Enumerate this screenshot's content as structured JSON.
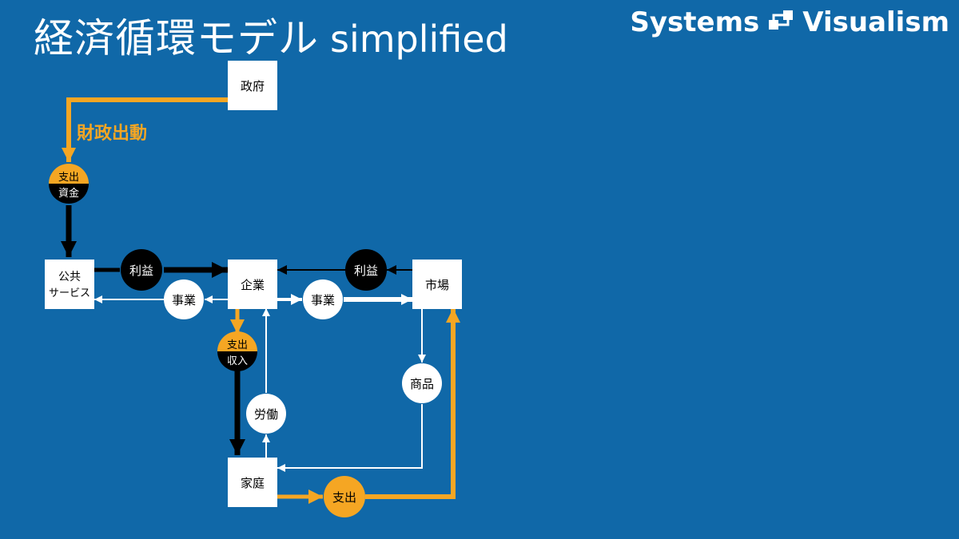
{
  "header": {
    "title": "経済循環モデル",
    "subtitle": "simplified",
    "brand_left": "Systems",
    "brand_right": "Visualism"
  },
  "colors": {
    "background": "#1068a8",
    "accent_orange": "#f5a623",
    "black": "#000000",
    "white": "#ffffff"
  },
  "nodes": {
    "government": "政府",
    "public_service_line1": "公共",
    "public_service_line2": "サービス",
    "enterprise": "企業",
    "market": "市場",
    "household": "家庭"
  },
  "flow_labels": {
    "fiscal_stimulus": "財政出動"
  },
  "circles": {
    "spend_funds_top": "支出",
    "spend_funds_bottom": "資金",
    "profit_left": "利益",
    "business_left": "事業",
    "business_right": "事業",
    "profit_right": "利益",
    "spend_income_top": "支出",
    "spend_income_bottom": "収入",
    "labor": "労働",
    "goods": "商品",
    "household_spend": "支出"
  }
}
